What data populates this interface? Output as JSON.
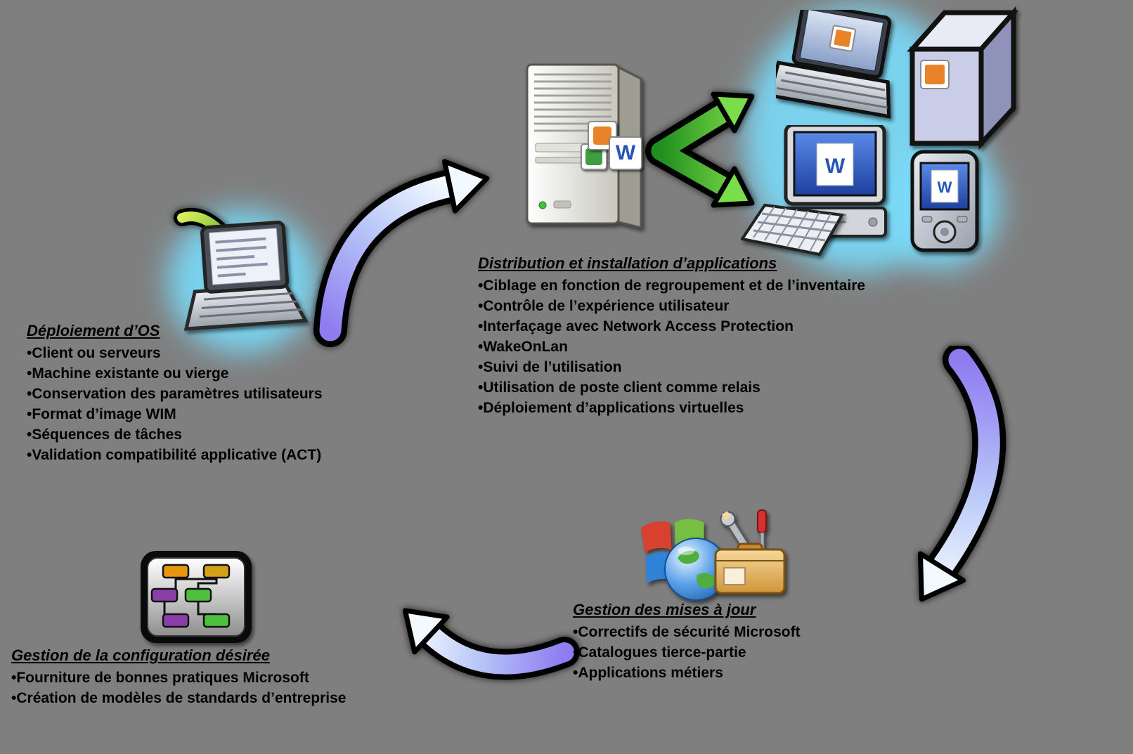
{
  "background": "#7f7f7f",
  "colors": {
    "glow_blue": "#7adbfa",
    "arrow_purple": "#8f7cf0",
    "arrow_white": "#f6fbff",
    "arrow_green_dark": "#1f8f1f",
    "arrow_green_light": "#8ee64e",
    "text": "#000000"
  },
  "glyphs": {
    "word": "W"
  },
  "sections": {
    "os": {
      "title": "Déploiement d’OS",
      "items": [
        "•Client ou serveurs",
        "•Machine existante ou vierge",
        "•Conservation des paramètres utilisateurs",
        "•Format d’image WIM",
        "•Séquences de tâches",
        "•Validation compatibilité applicative (ACT)"
      ]
    },
    "apps": {
      "title": "Distribution et installation d’applications",
      "items": [
        "•Ciblage en fonction de regroupement et de l’inventaire",
        "•Contrôle de l’expérience utilisateur",
        "•Interfaçage avec Network Access Protection",
        "•WakeOnLan",
        "•Suivi de l’utilisation",
        "•Utilisation de poste client comme relais",
        "•Déploiement d’applications virtuelles"
      ]
    },
    "updates": {
      "title": "Gestion des mises à jour",
      "items": [
        "•Correctifs de sécurité Microsoft",
        "•Catalogues tierce-partie",
        "•Applications métiers"
      ]
    },
    "config": {
      "title": "Gestion de la configuration désirée",
      "items": [
        "•Fourniture de bonnes pratiques Microsoft",
        "•Création de modèles de standards d’entreprise"
      ]
    }
  }
}
